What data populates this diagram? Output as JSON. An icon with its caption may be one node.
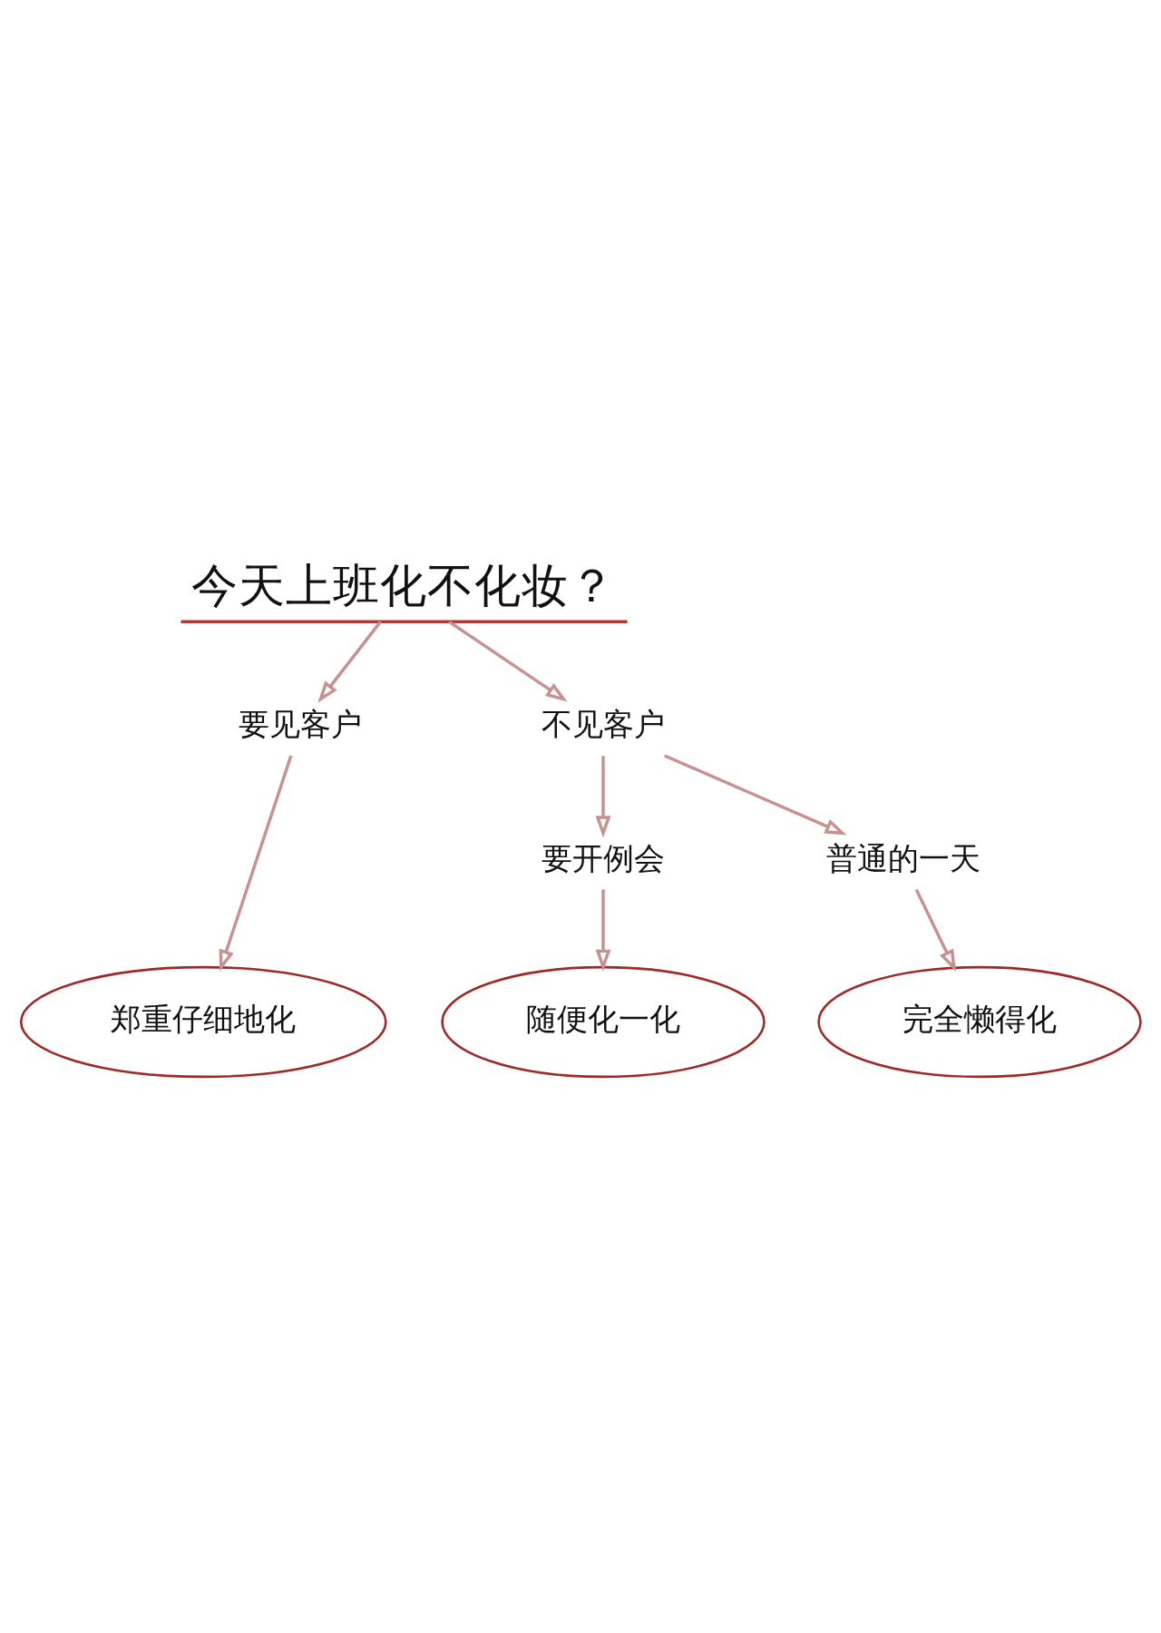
{
  "diagram": {
    "nodes": [
      {
        "text": [
          "今天上班化不化妆？"
        ]
      },
      {
        "text": [
          "要见客户"
        ]
      },
      {
        "text": [
          "不见客户"
        ]
      },
      {
        "text": [
          "要开例会"
        ]
      },
      {
        "text": [
          "普通的一天"
        ]
      },
      {
        "text": [
          "郑重仔细地化"
        ]
      },
      {
        "text": [
          "随便化一化"
        ]
      },
      {
        "text": [
          "完全懒得化"
        ]
      }
    ],
    "edges": [
      {
        "from": 0,
        "to": 1,
        "arrow": "to"
      },
      {
        "from": 0,
        "to": 2,
        "arrow": "to"
      },
      {
        "from": 1,
        "to": 5,
        "arrow": "to"
      },
      {
        "from": 2,
        "to": 3,
        "arrow": "to"
      },
      {
        "from": 2,
        "to": 4,
        "arrow": "to"
      },
      {
        "from": 3,
        "to": 6,
        "arrow": "to"
      },
      {
        "from": 4,
        "to": 7,
        "arrow": "to"
      }
    ]
  }
}
